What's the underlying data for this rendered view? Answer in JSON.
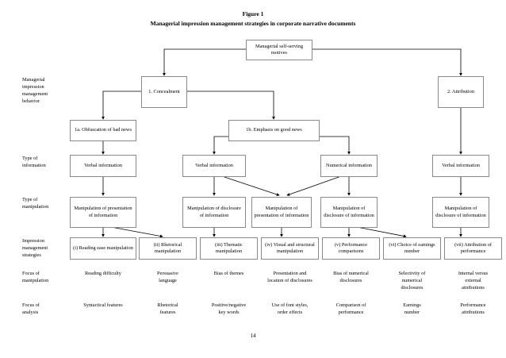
{
  "figure": {
    "label": "Figure 1",
    "title": "Managerial impression management strategies in corporate narrative documents",
    "page_number": "14"
  },
  "row_labels": {
    "behavior": "Managerial\nimpression\nmanagement\nbehavior",
    "type_of_information": "Type of\ninformation",
    "type_of_manipulation": "Type of\nmanipulation",
    "impression_strategies": "Impression\nmanagement\nstrategies",
    "focus_of_manipulation": "Focus of\nmanipulation",
    "focus_of_analysis": "Focus of\nanalysis"
  },
  "root": {
    "label": "Managerial\nself-serving motives"
  },
  "level1": [
    {
      "label": "1. Concealment"
    },
    {
      "label": "2. Attribution"
    }
  ],
  "level2": [
    {
      "label": "1a. Obfuscation of\nbad news"
    },
    {
      "label": "1b. Emphasis on good\nnews"
    }
  ],
  "information_row": [
    {
      "label": "Verbal information"
    },
    {
      "label": "Verbal information"
    },
    {
      "label": "Numerical\ninformation"
    },
    {
      "label": "Verbal\ninformation"
    }
  ],
  "manipulation_row": [
    {
      "label": "Manipulation of\npresentation of\ninformation"
    },
    {
      "label": "Manipulation of\ndisclosure of\ninformation"
    },
    {
      "label": "Manipulation of\npresentation of\ninformation"
    },
    {
      "label": "Manipulation of\ndisclosure of\ninformation"
    },
    {
      "label": "Manipulation of\ndisclosure of\ninformation"
    }
  ],
  "strategies_row": [
    {
      "label": "(i) Reading ease\nmanipulation"
    },
    {
      "label": "(ii) Rhetorical\nmanipulation"
    },
    {
      "label": "(iii) Thematic\nmanipulation"
    },
    {
      "label": "(iv) Visual and\nstructural\nmanipulation"
    },
    {
      "label": "(v) Performance\ncomparisons"
    },
    {
      "label": "(vi) Choice of\nearnings number"
    },
    {
      "label": "(vii) Attribution\nof performance"
    }
  ],
  "focus_manipulation_row": [
    {
      "label": "Reading difficulty"
    },
    {
      "label": "Persuasive\nlanguage"
    },
    {
      "label": "Bias of themes"
    },
    {
      "label": "Presentation and\nlocation of disclosures"
    },
    {
      "label": "Bias of numerical\ndisclosures"
    },
    {
      "label": "Selectivity of\nnumerical\ndisclosures"
    },
    {
      "label": "Internal versus\nexternal\nattributions"
    }
  ],
  "focus_analysis_row": [
    {
      "label": "Syntactical features"
    },
    {
      "label": "Rhetorical\nfeatures"
    },
    {
      "label": "Positive/negative\nkey words"
    },
    {
      "label": "Use of font styles,\norder effects"
    },
    {
      "label": "Comparison of\nperformance"
    },
    {
      "label": "Earnings\nnumber"
    },
    {
      "label": "Performance\nattributions"
    }
  ],
  "colors": {
    "box_border": "#8a8a8a",
    "connector": "#000000",
    "text": "#000000",
    "background": "#ffffff"
  }
}
